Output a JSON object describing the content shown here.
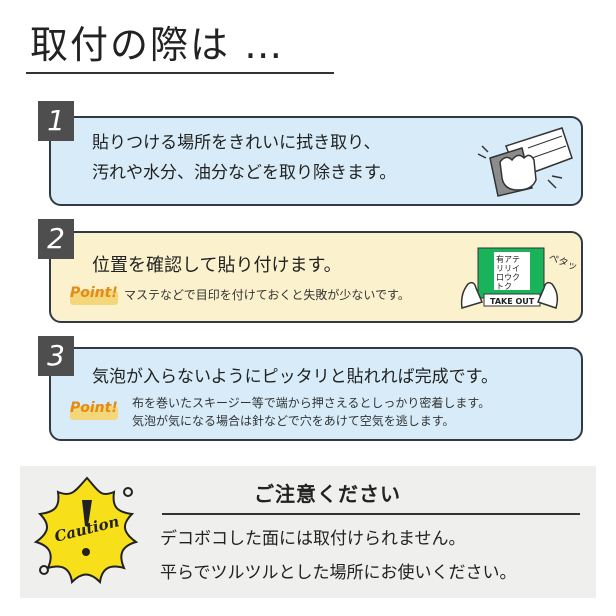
{
  "title": "取付の際は …",
  "steps": [
    {
      "number": "1",
      "lines": [
        "貼りつける場所をきれいに拭き取り、",
        "汚れや水分、油分などを取り除きます。"
      ]
    },
    {
      "number": "2",
      "main": "位置を確認して貼り付けます。",
      "point_label": "Point!",
      "point_text": "マステなどで目印を付けておくと失敗が少ないです。",
      "illustration": {
        "bag_text": "有アテ\nリリイ\n口ウク\nトク",
        "banner": "TAKE OUT",
        "sound": "ペタッ"
      }
    },
    {
      "number": "3",
      "main": "気泡が入らないようにピッタリと貼れれば完成です。",
      "point_label": "Point!",
      "point_lines": [
        "布を巻いたスキージー等で端から押さえるとしっかり密着します。",
        "気泡が気になる場合は針などで穴をあけて空気を逃します。"
      ]
    }
  ],
  "caution": {
    "badge": "Caution",
    "heading": "ご注意ください",
    "lines": [
      "デコボコした面には取付けられません。",
      "平らでツルツルとした場所にお使いください。"
    ]
  },
  "colors": {
    "blue_panel": "#d7ecf8",
    "yellow_panel": "#fbf1cd",
    "point_orange": "#e38a17",
    "caution_yellow": "#f7e01a",
    "bag_green": "#19b45a"
  },
  "icons": [
    "wipe-hand-icon",
    "take-out-bag-icon",
    "caution-badge-icon"
  ]
}
